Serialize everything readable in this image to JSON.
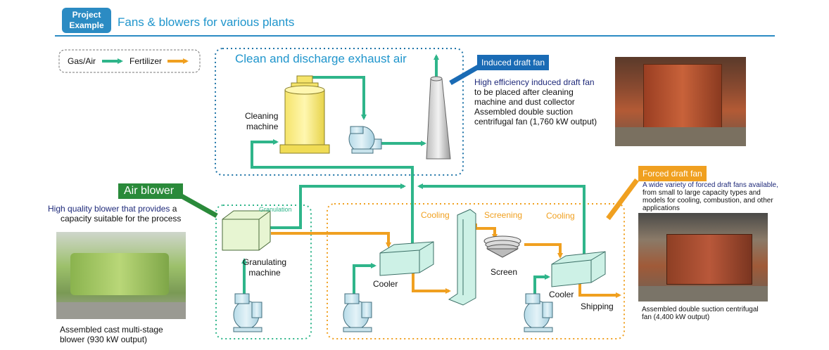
{
  "header": {
    "badge_line1": "Project",
    "badge_line2": "Example",
    "title": "Fans & blowers for various plants"
  },
  "legend": {
    "gas_air": "Gas/Air",
    "fertilizer": "Fertilizer"
  },
  "colors": {
    "accent_blue": "#2b8bc3",
    "gas_green": "#2fb58a",
    "fertilizer_orange": "#f0a020",
    "teal_dots": "#2a8a7e",
    "callout_blue": "#1a6bb5",
    "callout_green": "#2a8a3a",
    "callout_orange": "#f0a020"
  },
  "sections": {
    "exhaust_title": "Clean and discharge exhaust air",
    "granulation": "Granulation"
  },
  "labels": {
    "cleaning_machine_1": "Cleaning",
    "cleaning_machine_2": "machine",
    "granulating_1": "Granulating",
    "granulating_2": "machine",
    "cooling_1": "Cooling",
    "screening": "Screening",
    "cooling_2": "Cooling",
    "screen": "Screen",
    "cooler_1": "Cooler",
    "cooler_2": "Cooler",
    "shipping": "Shipping"
  },
  "induced": {
    "tag": "Induced draft fan",
    "line1": "High efficiency induced draft fan",
    "line2": "to be placed after cleaning",
    "line3": "machine and dust collector",
    "line4": "Assembled double suction",
    "line5": "centrifugal fan (1,760 kW output)"
  },
  "air_blower": {
    "tag": "Air blower",
    "line1a": "High quality blower that provides",
    "line1b": " a",
    "line2": "capacity suitable for the process",
    "caption1": "Assembled cast multi-stage",
    "caption2": "blower (930 kW output)"
  },
  "forced": {
    "tag": "Forced draft fan",
    "line1": "A wide variety of forced draft fans available,",
    "line2": "from small to large capacity types and",
    "line3": "models for cooling, combustion, and other",
    "line4": "applications",
    "caption1": "Assembled double suction centrifugal",
    "caption2": "fan (4,400 kW output)"
  },
  "icons": [
    "centrifugal-fan-icon",
    "chimney-icon",
    "cleaning-machine-icon",
    "cooler-icon",
    "screen-icon",
    "granulating-machine-icon",
    "bucket-elevator-icon"
  ]
}
